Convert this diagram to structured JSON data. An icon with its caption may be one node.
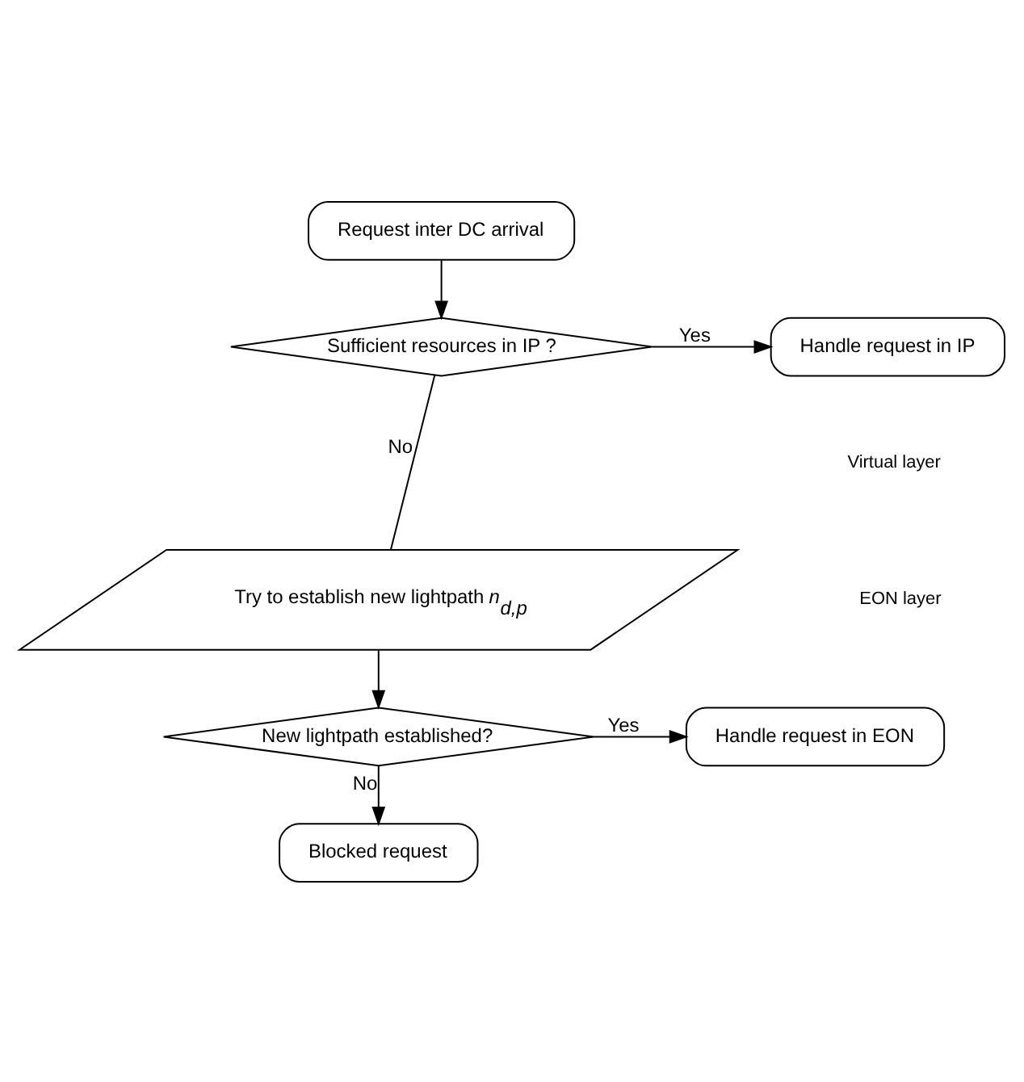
{
  "diagram": {
    "nodes": [
      {
        "text": [
          "Request inter DC arrival"
        ]
      },
      {
        "text": [
          "Sufficient resources in IP ?"
        ]
      },
      {
        "text": [
          "Handle request in IP"
        ]
      },
      {
        "text": [
          "Try to establish new lightpath *n*$_{d,p}$"
        ]
      },
      {
        "text": [
          "New lightpath established?"
        ]
      },
      {
        "text": [
          "Handle request in EON"
        ]
      },
      {
        "text": [
          "Blocked request"
        ]
      }
    ],
    "edges": [
      {
        "from": 0,
        "to": 1,
        "arrow": "to"
      },
      {
        "from": 1,
        "to": 2,
        "arrow": "to",
        "label": "Yes"
      },
      {
        "from": 1,
        "to": 3,
        "arrow": "none",
        "label": "No"
      },
      {
        "from": 3,
        "to": 4,
        "arrow": "to"
      },
      {
        "from": 4,
        "to": 5,
        "arrow": "to",
        "label": "Yes"
      },
      {
        "from": 4,
        "to": 6,
        "arrow": "to",
        "label": "No"
      }
    ],
    "labels": [
      "Virtual layer",
      "EON layer"
    ]
  }
}
